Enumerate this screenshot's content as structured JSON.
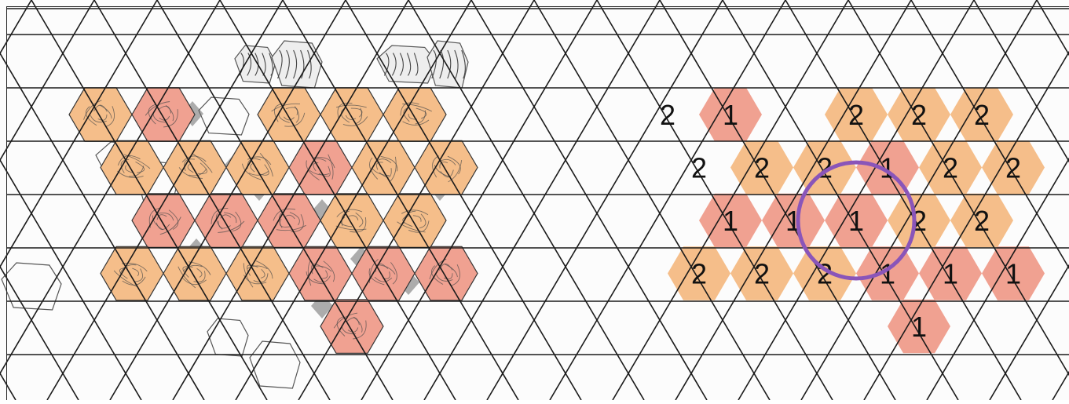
{
  "colors": {
    "background": "#fcfcfc",
    "grid_line": "#1b1b1b",
    "group_1": "#f0a191",
    "group_2": "#f5be8a",
    "highlight_ring": "#8a55b9",
    "label_text": "#111111",
    "sketch": "#4a4a4a"
  },
  "diagram": {
    "grid": "triangular",
    "left_panel": {
      "description_icon": "sketched-stone-tile",
      "tiles": [
        {
          "row": 1,
          "col": 1,
          "group": "2"
        },
        {
          "row": 1,
          "col": 2,
          "group": "1"
        },
        {
          "row": 1,
          "col": 4,
          "group": "2"
        },
        {
          "row": 1,
          "col": 5,
          "group": "2"
        },
        {
          "row": 1,
          "col": 6,
          "group": "2"
        },
        {
          "row": 2,
          "col": 1,
          "group": "2"
        },
        {
          "row": 2,
          "col": 2,
          "group": "2"
        },
        {
          "row": 2,
          "col": 3,
          "group": "2"
        },
        {
          "row": 2,
          "col": 4,
          "group": "1"
        },
        {
          "row": 2,
          "col": 5,
          "group": "2"
        },
        {
          "row": 2,
          "col": 6,
          "group": "2"
        },
        {
          "row": 3,
          "col": 2,
          "group": "1"
        },
        {
          "row": 3,
          "col": 3,
          "group": "1"
        },
        {
          "row": 3,
          "col": 4,
          "group": "1"
        },
        {
          "row": 3,
          "col": 5,
          "group": "2"
        },
        {
          "row": 3,
          "col": 6,
          "group": "2"
        },
        {
          "row": 4,
          "col": 1,
          "group": "2"
        },
        {
          "row": 4,
          "col": 2,
          "group": "2"
        },
        {
          "row": 4,
          "col": 3,
          "group": "2"
        },
        {
          "row": 4,
          "col": 4,
          "group": "1"
        },
        {
          "row": 4,
          "col": 5,
          "group": "1"
        },
        {
          "row": 4,
          "col": 6,
          "group": "1"
        },
        {
          "row": 5,
          "col": 5,
          "group": "1"
        }
      ]
    },
    "right_panel": {
      "tiles": [
        {
          "row": 1,
          "col": 1,
          "label": "1",
          "group": "1"
        },
        {
          "row": 1,
          "col": 3,
          "label": "2",
          "group": "2"
        },
        {
          "row": 1,
          "col": 4,
          "label": "2",
          "group": "2"
        },
        {
          "row": 1,
          "col": 5,
          "label": "2",
          "group": "2"
        },
        {
          "row": 2,
          "col": 1,
          "label": "2",
          "group": "2"
        },
        {
          "row": 2,
          "col": 2,
          "label": "2",
          "group": "2"
        },
        {
          "row": 2,
          "col": 3,
          "label": "1",
          "group": "1"
        },
        {
          "row": 2,
          "col": 4,
          "label": "2",
          "group": "2"
        },
        {
          "row": 2,
          "col": 5,
          "label": "2",
          "group": "2"
        },
        {
          "row": 3,
          "col": 0,
          "label": "1",
          "group": "1"
        },
        {
          "row": 3,
          "col": 1,
          "label": "1",
          "group": "1"
        },
        {
          "row": 3,
          "col": 2,
          "label": "1",
          "group": "1"
        },
        {
          "row": 3,
          "col": 3,
          "label": "2",
          "group": "2"
        },
        {
          "row": 3,
          "col": 4,
          "label": "2",
          "group": "2"
        },
        {
          "row": 4,
          "col": 0,
          "label": "2",
          "group": "2"
        },
        {
          "row": 4,
          "col": 1,
          "label": "2",
          "group": "2"
        },
        {
          "row": 4,
          "col": 2,
          "label": "2",
          "group": "2"
        },
        {
          "row": 4,
          "col": 3,
          "label": "1",
          "group": "1"
        },
        {
          "row": 4,
          "col": 4,
          "label": "1",
          "group": "1"
        },
        {
          "row": 4,
          "col": 5,
          "label": "1",
          "group": "1"
        },
        {
          "row": 5,
          "col": 3,
          "label": "1",
          "group": "1"
        }
      ],
      "free_labels": [
        {
          "text": "2",
          "anchor": "row1-left"
        },
        {
          "text": "2",
          "anchor": "row2-left"
        }
      ],
      "highlight": "circle around center tile"
    }
  }
}
